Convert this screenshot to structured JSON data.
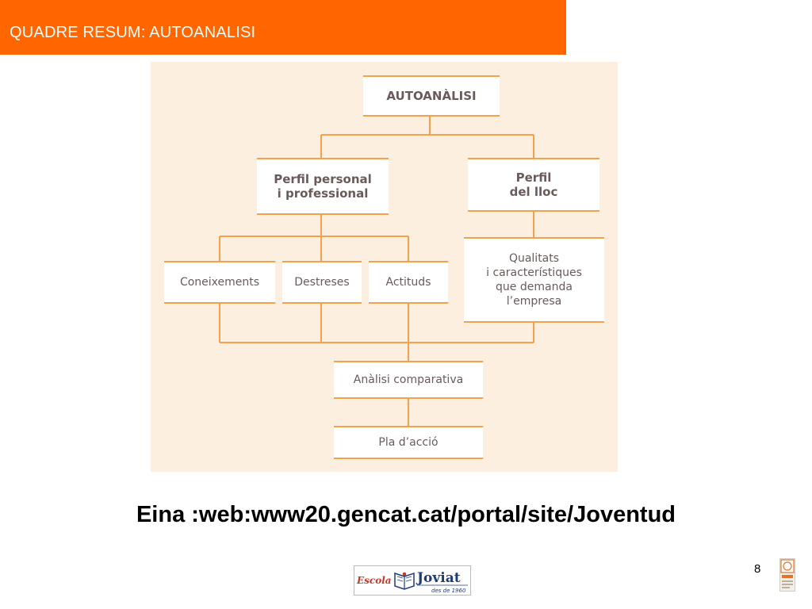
{
  "header": {
    "title": "QUADRE RESUM: AUTOANALISI"
  },
  "diagram": {
    "nodes": {
      "root": "AUTOANÀLISI",
      "personal": "Perfil personal\ni professional",
      "lloc": "Perfil\ndel lloc",
      "coneixements": "Coneixements",
      "destreses": "Destreses",
      "actituds": "Actituds",
      "qualitats": "Qualitats\ni característiques\nque demanda\nl’empresa",
      "analisi": "Anàlisi comparativa",
      "pla": "Pla d’acció"
    },
    "colors": {
      "line": "#f5a04a",
      "background": "#fcefdf",
      "text": "#6a5a5a"
    }
  },
  "caption": "Eina :web:www20.gencat.cat/portal/site/Joventud",
  "page_number": "8",
  "footer": {
    "logo_name": "Joviat",
    "logo_prefix": "Escola",
    "logo_tagline": "des de 1960"
  },
  "colors": {
    "accent": "#ff6600"
  }
}
